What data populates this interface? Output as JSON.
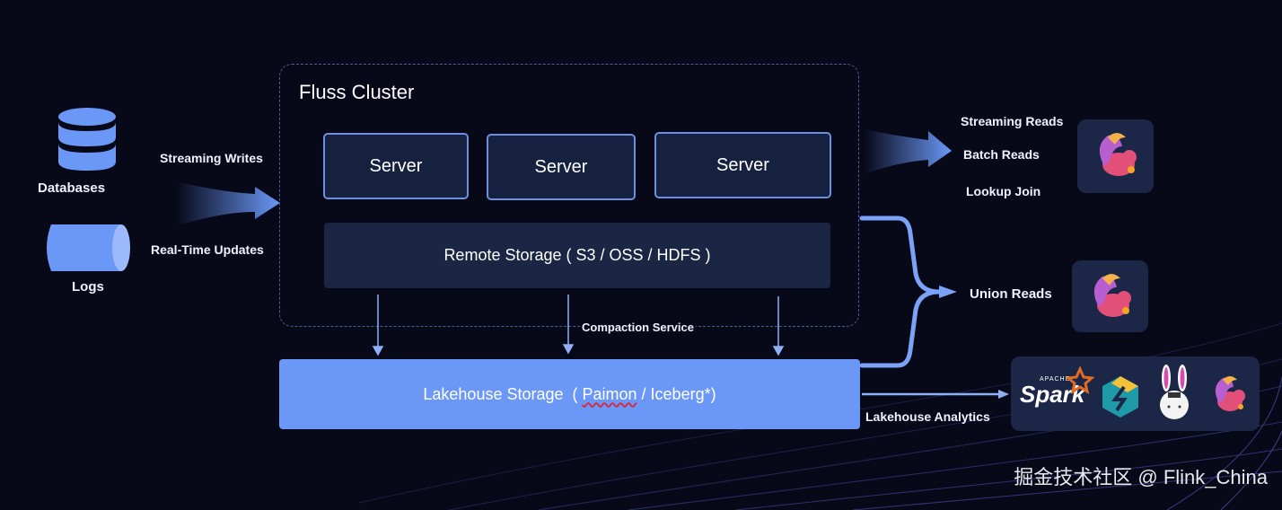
{
  "sources": {
    "databases_label": "Databases",
    "logs_label": "Logs"
  },
  "ingest": {
    "top_label": "Streaming Writes",
    "bottom_label": "Real-Time Updates"
  },
  "cluster": {
    "title": "Fluss Cluster",
    "servers": [
      {
        "label": "Server"
      },
      {
        "label": "Server"
      },
      {
        "label": "Server"
      }
    ],
    "remote_storage": "Remote Storage ( S3 / OSS / HDFS )"
  },
  "compaction_label": "Compaction Service",
  "lakehouse": {
    "prefix": "Lakehouse Storage  ( ",
    "paimon": "Paimon",
    "suffix": " / Iceberg*)"
  },
  "reads": {
    "streaming": "Streaming Reads",
    "batch": "Batch Reads",
    "lookup": "Lookup Join",
    "union": "Union Reads",
    "analytics": "Lakehouse Analytics"
  },
  "engines": {
    "flink_icon": "flink-squirrel-icon",
    "spark_label_small": "APACHE",
    "spark_label": "Spark",
    "others": [
      "starrocks-icon",
      "trino-bunny-icon",
      "flink-squirrel-icon"
    ]
  },
  "watermark": "掘金技术社区 @ Flink_China",
  "colors": {
    "background": "#070818",
    "accent": "#6b98f7",
    "server_border": "#6c8fe0",
    "tile": "#1c2747"
  }
}
